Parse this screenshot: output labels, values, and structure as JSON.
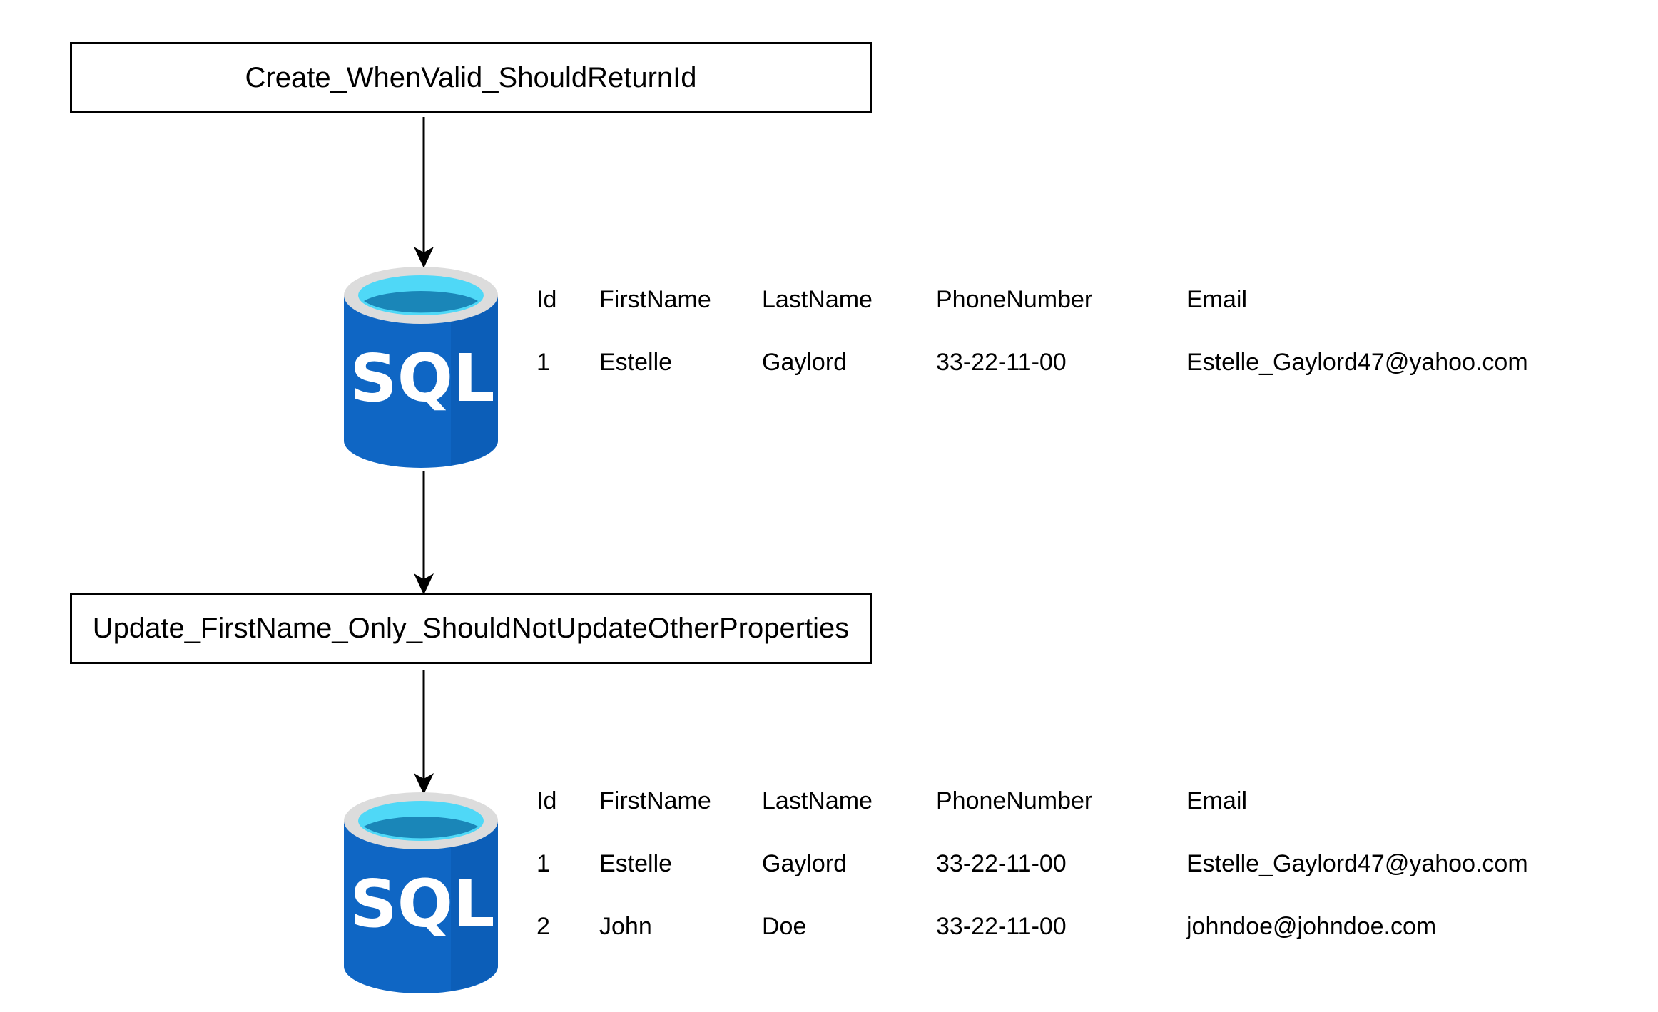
{
  "steps": [
    {
      "label": "Create_WhenValid_ShouldReturnId"
    },
    {
      "label": "Update_FirstName_Only_ShouldNotUpdateOtherProperties"
    }
  ],
  "databases": [
    {
      "icon": "sql-database-icon",
      "icon_text": "SQL",
      "columns": [
        "Id",
        "FirstName",
        "LastName",
        "PhoneNumber",
        "Email"
      ],
      "rows": [
        [
          "1",
          "Estelle",
          "Gaylord",
          "33-22-11-00",
          "Estelle_Gaylord47@yahoo.com"
        ]
      ]
    },
    {
      "icon": "sql-database-icon",
      "icon_text": "SQL",
      "columns": [
        "Id",
        "FirstName",
        "LastName",
        "PhoneNumber",
        "Email"
      ],
      "rows": [
        [
          "1",
          "Estelle",
          "Gaylord",
          "33-22-11-00",
          "Estelle_Gaylord47@yahoo.com"
        ],
        [
          "2",
          "John",
          "Doe",
          "33-22-11-00",
          "johndoe@johndoe.com"
        ]
      ]
    }
  ],
  "colors": {
    "db_body": "#0f66c4",
    "db_body_dark": "#0a4a95",
    "db_rim": "#dcdcdc",
    "db_water": "#4fd8f7",
    "db_water_dark": "#1a86b8",
    "line": "#000000"
  }
}
